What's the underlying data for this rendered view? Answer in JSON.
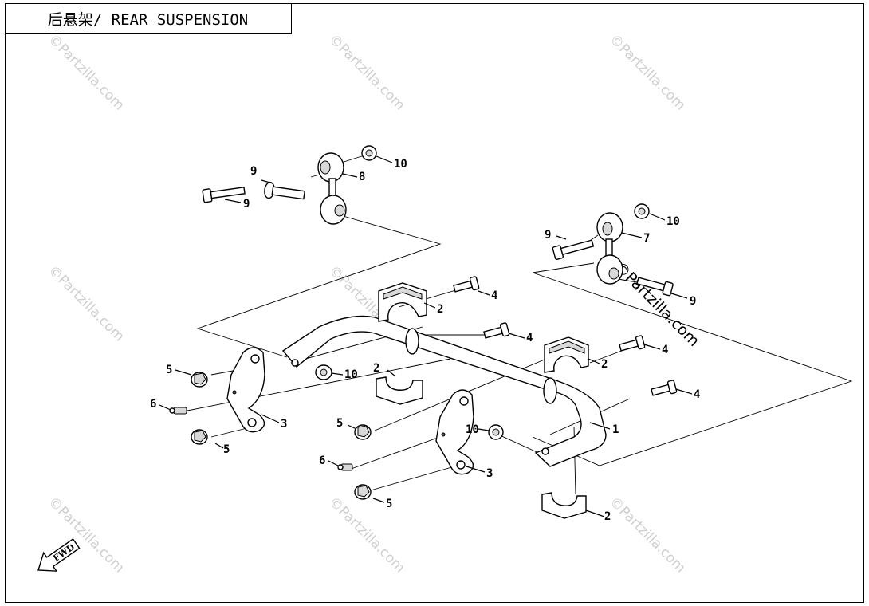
{
  "title": "后悬架/ REAR SUSPENSION",
  "watermark": "©Partzilla.com",
  "fwd_label": "FWD",
  "callouts": [
    "1",
    "2",
    "3",
    "4",
    "5",
    "6",
    "7",
    "8",
    "9",
    "10"
  ]
}
